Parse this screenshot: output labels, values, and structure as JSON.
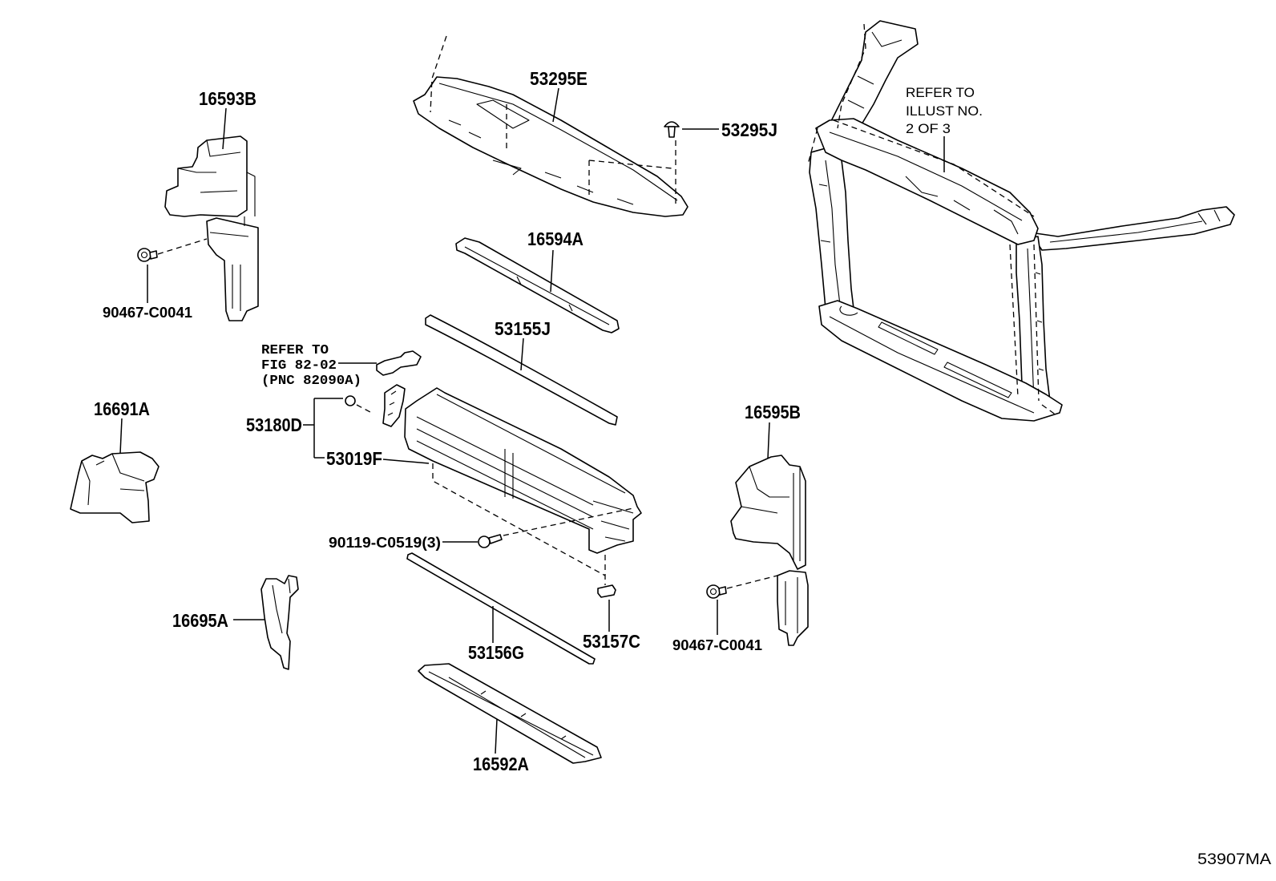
{
  "figure_id": "53907MA",
  "colors": {
    "ink": "#000000",
    "paper": "#ffffff"
  },
  "callouts": {
    "hood_lock_support_cover": "53295E",
    "cover_clip": "53295J",
    "upper_left_seal": "16593B",
    "left_clip": "90467-C0041",
    "upper_support_bar": "16594A",
    "seal_strip": "53155J",
    "lower_left_bracket": "16691A",
    "shutter_bracket": "53180D",
    "grille_shutter": "53019F",
    "right_seal": "16595B",
    "screw": "90119-C0519(3)",
    "small_left_bracket": "16695A",
    "pad": "53157C",
    "seal_rod": "53156G",
    "right_clip": "90467-C0041",
    "lower_seal": "16592A"
  },
  "notes": {
    "radiator_support": [
      "REFER TO",
      "ILLUST NO.",
      "2 OF 3"
    ],
    "wire_bracket": [
      "REFER TO",
      "FIG 82-02",
      "(PNC 82090A)"
    ]
  }
}
